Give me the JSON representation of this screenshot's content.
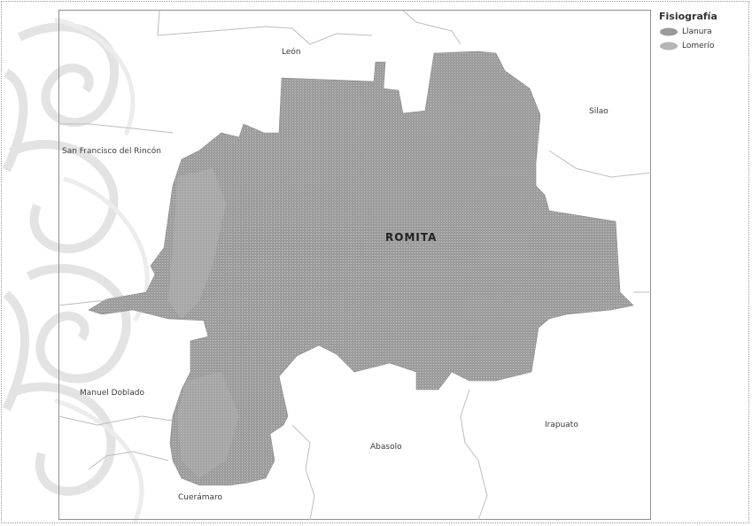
{
  "legend": {
    "title": "Fisiografía",
    "items": [
      {
        "label": "Llanura",
        "color": "#9a9a9a"
      },
      {
        "label": "Lomerío",
        "color": "#b5b5b5"
      }
    ]
  },
  "map": {
    "main_label": "ROMITA",
    "neighbors": {
      "leon": "León",
      "silao": "Silao",
      "san_francisco": "San Francisco del Rincón",
      "manuel_doblado": "Manuel Doblado",
      "irapuato": "Irapuato",
      "abasolo": "Abasolo",
      "cueramaro": "Cuerámaro"
    },
    "colors": {
      "municipality": "#8e8e8e",
      "boundary": "#bdbdbd"
    }
  }
}
